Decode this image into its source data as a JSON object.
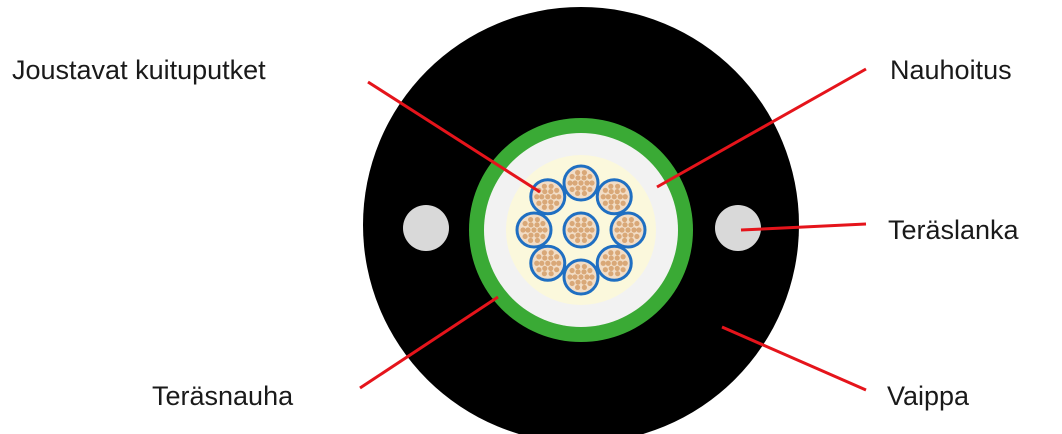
{
  "labels": {
    "fiber_tubes": "Joustavat kuituputket",
    "tape_wrap": "Nauhoitus",
    "steel_wire": "Teräslanka",
    "steel_tape": "Teräsnauha",
    "sheath": "Vaippa"
  },
  "colors": {
    "sheath": "#000000",
    "steel_tape": "#3aaa35",
    "tape_wrap": "#f2f2f2",
    "gel_core": "#fbf8dc",
    "tube_border": "#1f6fc2",
    "tube_fill": "#f2ddc6",
    "fiber_dots": "#d9a878",
    "steel_wire": "#d9d9d9",
    "leader_line": "#e5141b"
  },
  "tube_count": 9
}
